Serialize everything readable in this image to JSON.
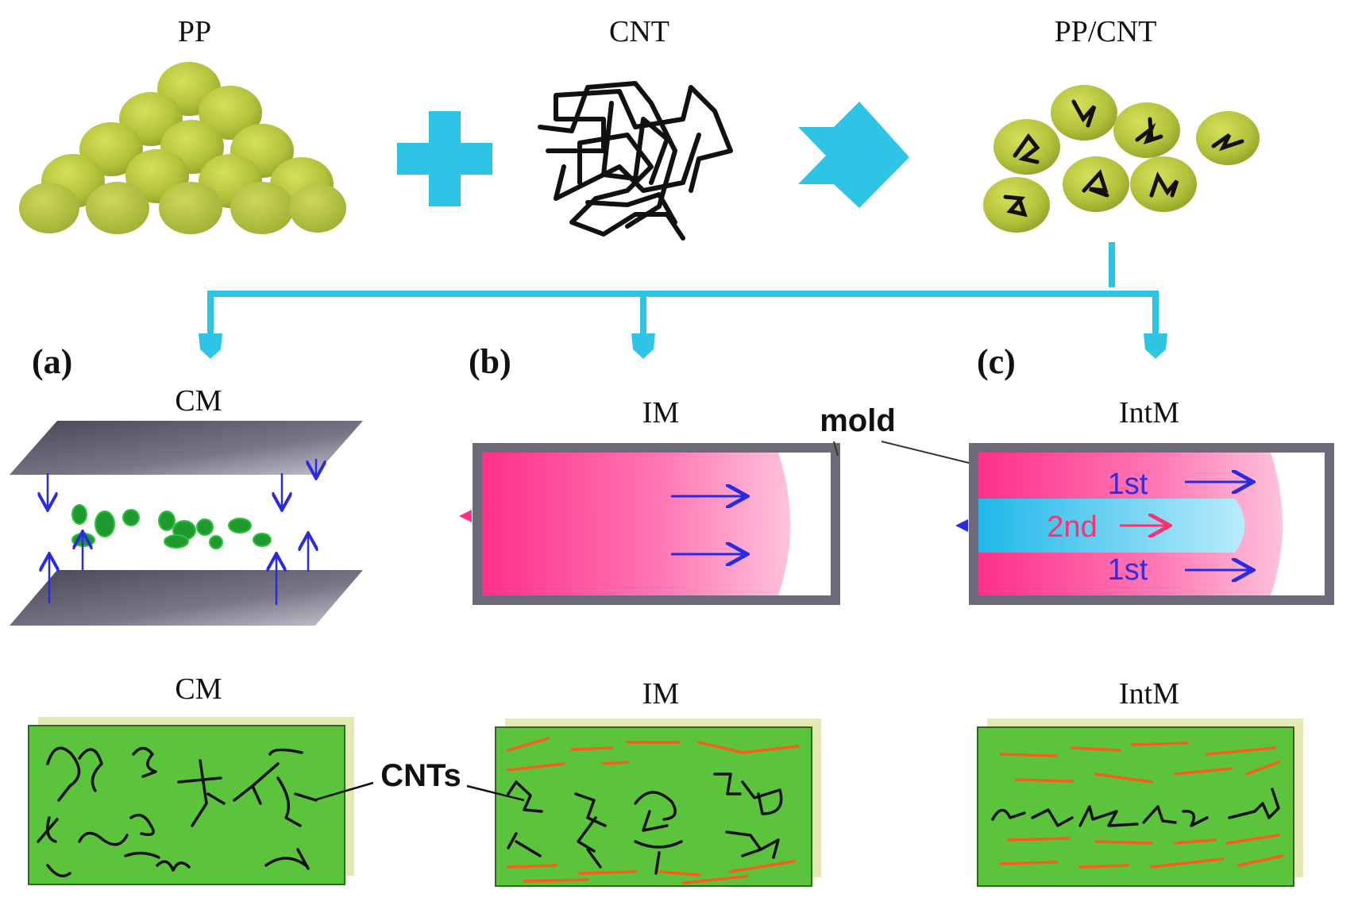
{
  "top": {
    "pp_label": "PP",
    "cnt_label": "CNT",
    "ppcnt_label": "PP/CNT"
  },
  "panels": {
    "a": {
      "tag": "(a)",
      "process": "CM",
      "result": "CM"
    },
    "b": {
      "tag": "(b)",
      "process": "IM",
      "result": "IM"
    },
    "c": {
      "tag": "(c)",
      "process": "IntM",
      "result": "IntM"
    }
  },
  "callouts": {
    "mold": "mold",
    "cnts": "CNTs"
  },
  "intm_flow": {
    "first_top": "1st",
    "second": "2nd",
    "first_bottom": "1st"
  },
  "colors": {
    "accent_cyan": "#2ec4e6",
    "pp_green": "#b4c43c",
    "matrix_green": "#5cc43c",
    "melt_pink": "#ff2f8a",
    "arrow_blue": "#2a2ae0",
    "oriented_cnt_orange": "#ff5a1e"
  }
}
